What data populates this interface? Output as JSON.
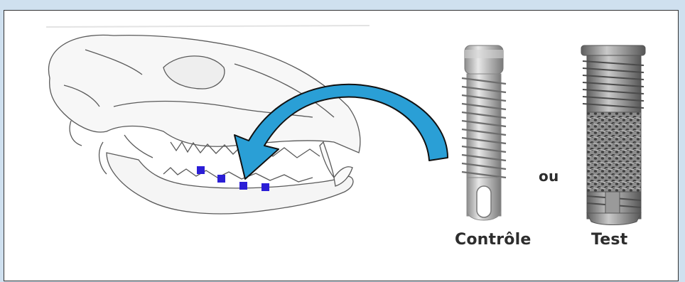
{
  "labels": {
    "control": "Contrôle",
    "test": "Test",
    "or": "ou"
  },
  "colors": {
    "background": "#cfe0ef",
    "panel": "#ffffff",
    "arrow_fill": "#2a9fd6",
    "arrow_stroke": "#111111",
    "implant_site_markers": "#2b1ed6"
  },
  "icons": {
    "skull": "dog-skull-illustration",
    "arrow": "curved-arrow-icon",
    "implant_control": "threaded-implant-control",
    "implant_test": "porous-coated-implant-test"
  }
}
